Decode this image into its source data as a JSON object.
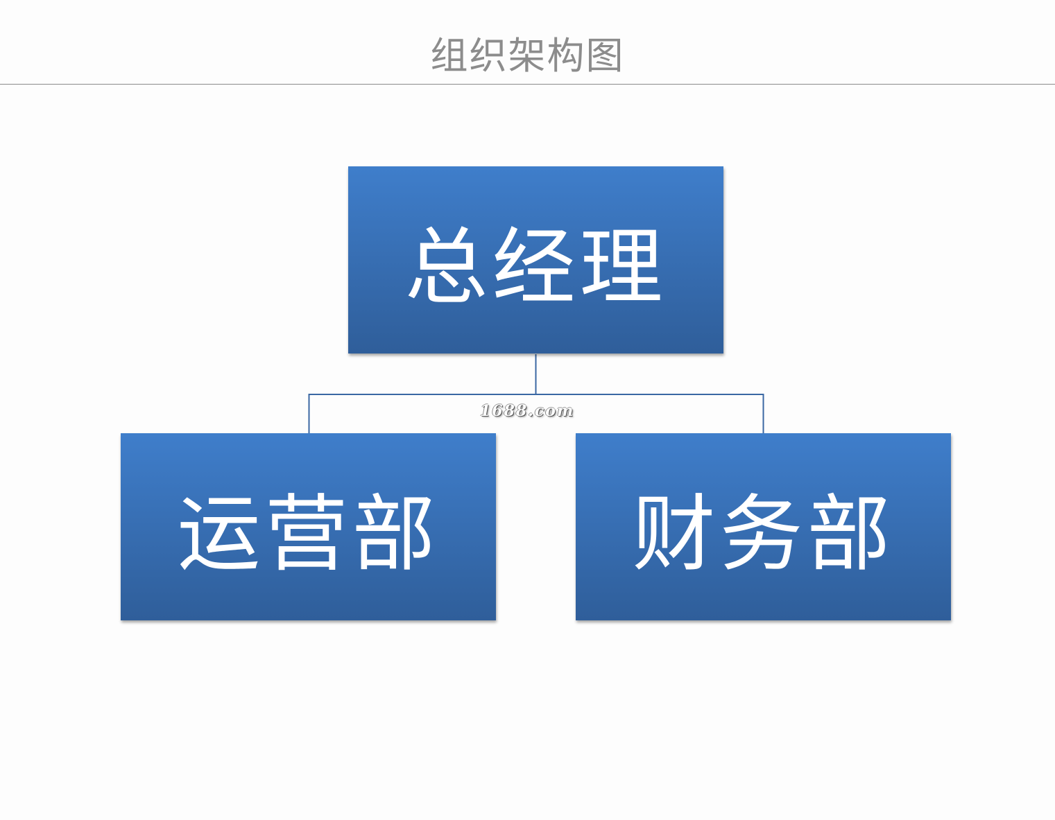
{
  "title": "组织架构图",
  "watermark": "1688.com",
  "colors": {
    "node_gradient_top": "#3f7ecb",
    "node_gradient_bottom": "#2f5e9a",
    "connector": "#3a67a3",
    "title_text": "#8c8c8c",
    "title_rule": "#8a8a8a"
  },
  "org": {
    "root": {
      "label": "总经理"
    },
    "children": [
      {
        "label": "运营部"
      },
      {
        "label": "财务部"
      }
    ]
  }
}
